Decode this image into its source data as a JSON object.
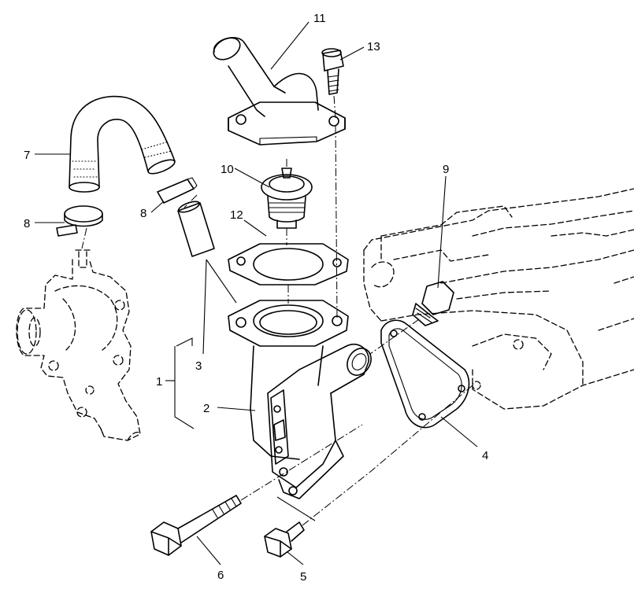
{
  "diagram": {
    "callouts": [
      {
        "id": "c1",
        "text": "1"
      },
      {
        "id": "c2",
        "text": "2"
      },
      {
        "id": "c3",
        "text": "3"
      },
      {
        "id": "c4",
        "text": "4"
      },
      {
        "id": "c5",
        "text": "5"
      },
      {
        "id": "c6",
        "text": "6"
      },
      {
        "id": "c7",
        "text": "7"
      },
      {
        "id": "c8a",
        "text": "8"
      },
      {
        "id": "c8b",
        "text": "8"
      },
      {
        "id": "c9",
        "text": "9"
      },
      {
        "id": "c10",
        "text": "10"
      },
      {
        "id": "c11",
        "text": "11"
      },
      {
        "id": "c12",
        "text": "12"
      },
      {
        "id": "c13",
        "text": "13"
      }
    ]
  }
}
